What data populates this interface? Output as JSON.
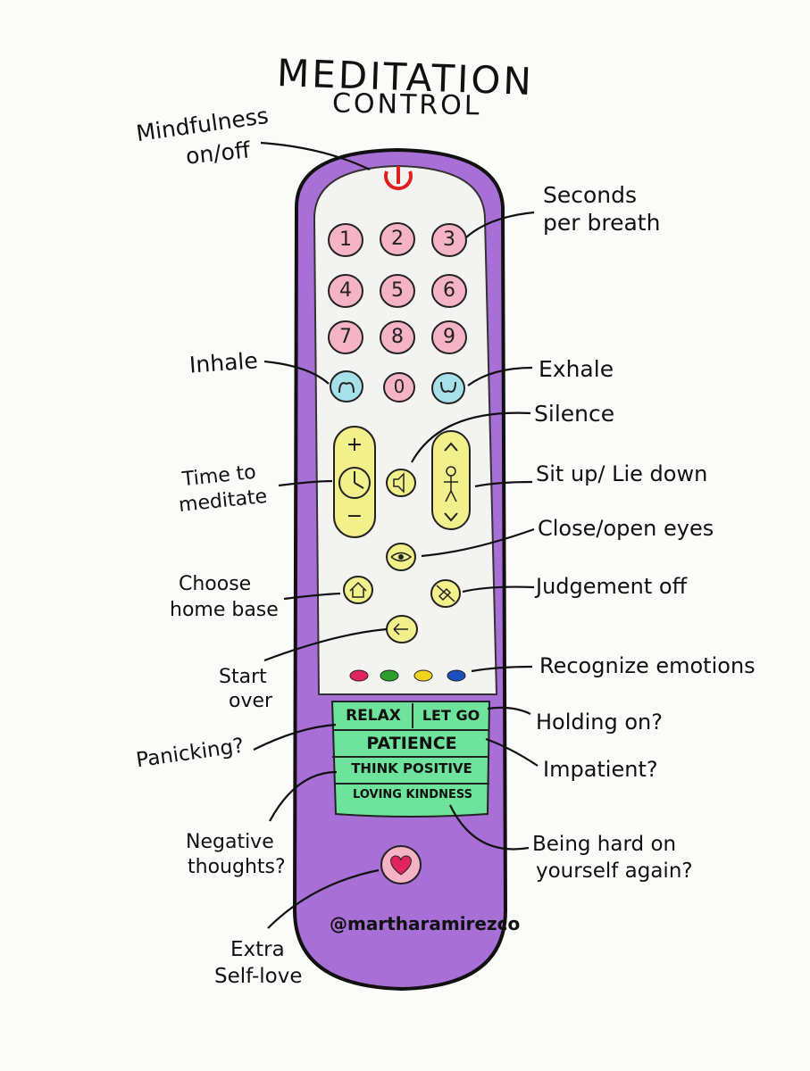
{
  "title": {
    "line1": "MEDITATION",
    "line2": "CONTROL"
  },
  "remote": {
    "number_buttons": [
      "1",
      "2",
      "3",
      "4",
      "5",
      "6",
      "7",
      "8",
      "9",
      "0"
    ],
    "green_buttons": {
      "relax": "RELAX",
      "let_go": "LET GO",
      "patience": "PATIENCE",
      "think_positive": "THINK POSITIVE",
      "loving_kindness": "LOVING KINDNESS"
    },
    "handle": "@martharamirezco",
    "color_buttons": [
      "#e0245e",
      "#2e9e2e",
      "#f2d21b",
      "#1f4fbf"
    ]
  },
  "labels": {
    "mindfulness": [
      "Mindfulness",
      "on/off"
    ],
    "seconds": [
      "Seconds",
      "per breath"
    ],
    "inhale": "Inhale",
    "exhale": "Exhale",
    "silence": "Silence",
    "time": [
      "Time to",
      "meditate"
    ],
    "situp": "Sit up/ Lie down",
    "eyes": "Close/open eyes",
    "home": [
      "Choose",
      "home base"
    ],
    "judgement": "Judgement off",
    "start": [
      "Start",
      "over"
    ],
    "emotions": "Recognize emotions",
    "holding": "Holding on?",
    "panicking": "Panicking?",
    "impatient": "Impatient?",
    "negative": [
      "Negative",
      "thoughts?"
    ],
    "hard": [
      "Being hard on",
      "yourself again?"
    ],
    "selflove": [
      "Extra",
      "Self-love"
    ]
  },
  "colors": {
    "purple": "#a86fd6",
    "inner": "#f3f3f1",
    "pink": "#f6b3c6",
    "yellow": "#f2f08a",
    "green": "#6ee39b",
    "blue": "#a6e1ea",
    "power": "#e0201b"
  },
  "icons": [
    "power-icon",
    "clock-icon",
    "mute-icon",
    "person-icon",
    "eye-icon",
    "home-icon",
    "no-judge-icon",
    "back-arrow-icon",
    "heart-icon",
    "inhale-swirl-icon",
    "exhale-swirl-icon"
  ]
}
